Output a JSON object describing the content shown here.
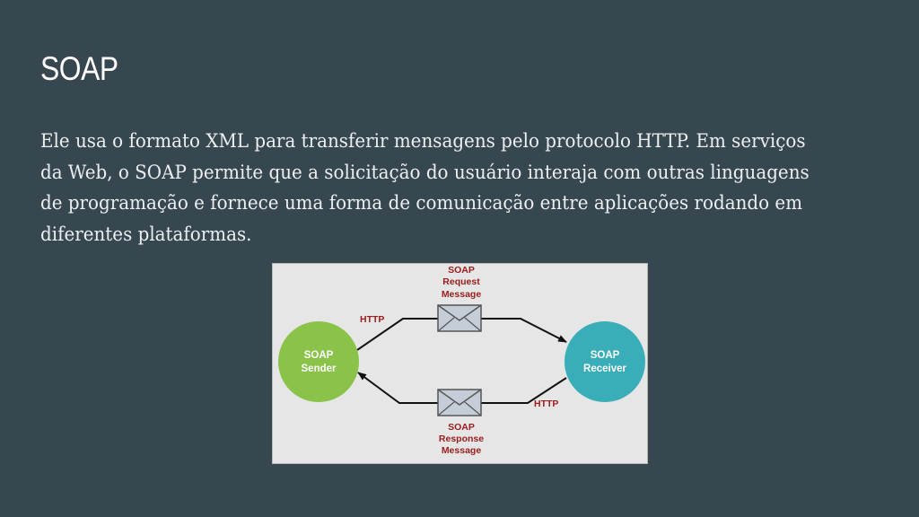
{
  "slide": {
    "title": "SOAP",
    "body": "Ele usa o formato XML para transferir mensagens pelo protocolo HTTP. Em serviços da Web, o SOAP permite que a solicitação do usuário interaja com outras linguagens de programação e fornece uma forma de comunicação entre aplicações rodando em diferentes plataformas."
  },
  "diagram": {
    "sender": {
      "line1": "SOAP",
      "line2": "Sender",
      "color": "#8bc34a"
    },
    "receiver": {
      "line1": "SOAP",
      "line2": "Receiver",
      "color": "#3aaeb8"
    },
    "request": {
      "line1": "SOAP",
      "line2": "Request",
      "line3": "Message",
      "protocol": "HTTP"
    },
    "response": {
      "line1": "SOAP",
      "line2": "Response",
      "line3": "Message",
      "protocol": "HTTP"
    },
    "label_color": "#9b1c1c",
    "envelope_color": "#c5ced8"
  }
}
